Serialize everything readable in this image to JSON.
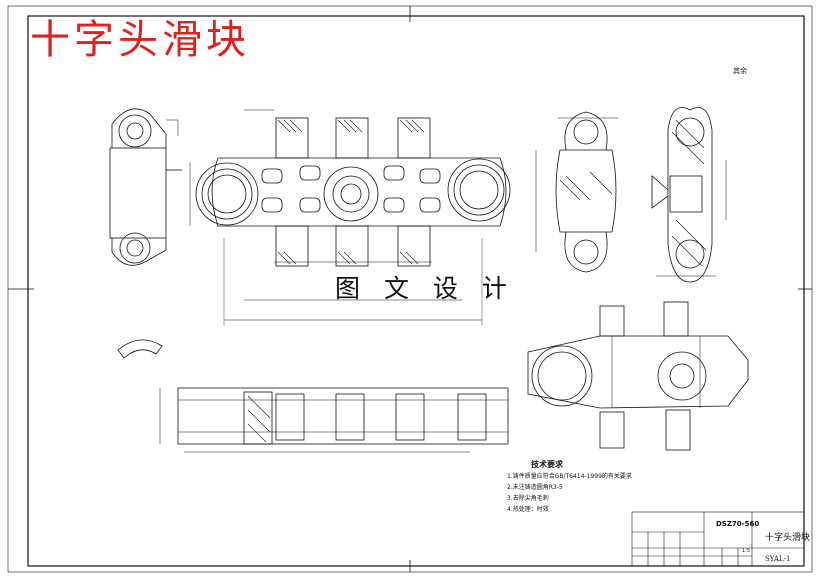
{
  "headline": "十字头滑块",
  "watermark": "图 文 设 计",
  "finish_note": "其余",
  "technical_requirements": {
    "title": "技术要求",
    "items": [
      "1.铸件质量应符合GB/T6414-1999的有关要求",
      "2.未注铸造圆角R3-5",
      "3.去除尖角毛刺",
      "4.热处理：时效"
    ]
  },
  "title_block": {
    "drawing_code": "DSZ70-560",
    "part_name": "十字头滑块",
    "scale": "1:5",
    "drawing_number": "SYAL-1"
  }
}
